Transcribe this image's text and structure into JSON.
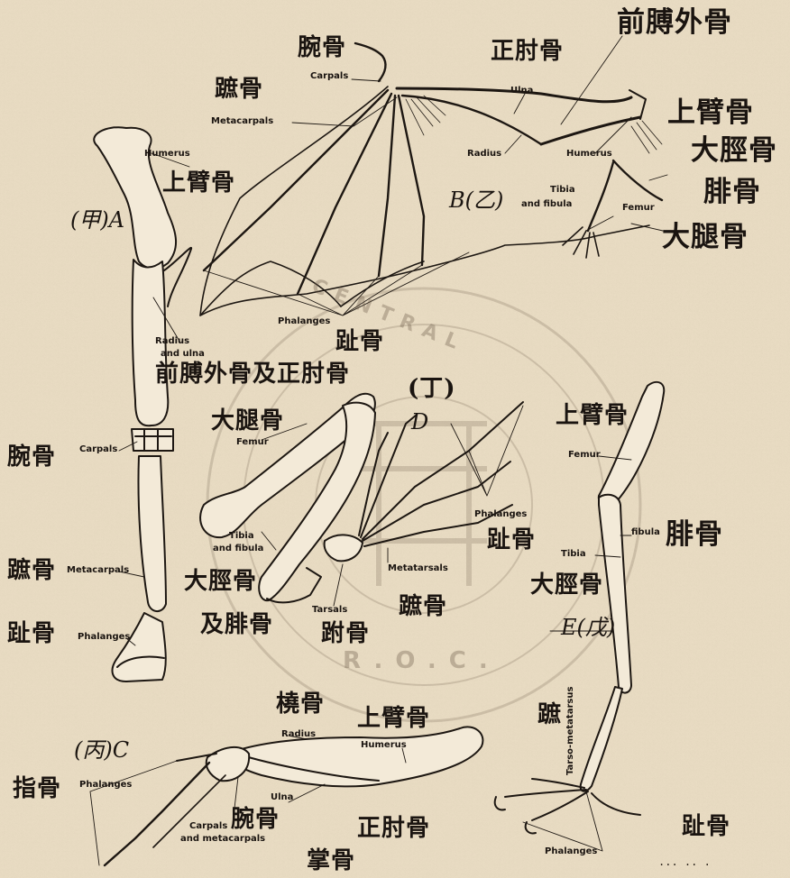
{
  "figures": {
    "A": {
      "tag": "(甲)A",
      "labels": {
        "humerus_en": "Humerus",
        "humerus_cn": "上臂骨",
        "radius_en": "Radius",
        "ulna_en": "and ulna",
        "radius_cn": "前膊外骨及正肘骨",
        "carpals_en": "Carpals",
        "carpals_cn": "腕骨",
        "metacarpals_en": "Metacarpals",
        "metacarpals_cn": "蹠骨",
        "phalanges_en": "Phalanges",
        "phalanges_cn": "趾骨"
      }
    },
    "B": {
      "tag": "B(乙)",
      "labels": {
        "carpals_cn": "腕骨",
        "carpals_en": "Carpals",
        "metacarpals_cn": "蹠骨",
        "metacarpals_en": "Metacarpals",
        "ulna_cn": "正肘骨",
        "ulna_en": "Ulna",
        "radius_cn": "前膊外骨",
        "radius_en": "Radius",
        "humerus_cn": "上臂骨",
        "humerus_en": "Humerus",
        "femur_cn": "大腿骨",
        "femur_en": "Femur",
        "tibia_en": "Tibia",
        "fibula_en": "and fibula",
        "tibia_cn": "大脛骨",
        "fibula_cn": "腓骨",
        "phalanges_en": "Phalanges",
        "phalanges_cn": "趾骨"
      }
    },
    "C": {
      "tag": "(丙)C",
      "labels": {
        "radius_cn": "橈骨",
        "radius_en": "Radius",
        "humerus_cn": "上臂骨",
        "humerus_en": "Humerus",
        "phalanges_cn": "指骨",
        "phalanges_en": "Phalanges",
        "ulna_en": "Ulna",
        "ulna_cn": "正肘骨",
        "carpals_en": "Carpals",
        "metacarpals_en": "and metacarpals",
        "carpals_cn": "腕骨",
        "metacarpals_cn": "掌骨"
      }
    },
    "D": {
      "tag": "(丁)",
      "letter": "D",
      "labels": {
        "femur_cn": "大腿骨",
        "femur_en": "Femur",
        "tibia_en": "Tibia",
        "fibula_en": "and fibula",
        "tibia_cn": "大脛骨",
        "fibula_cn": "及腓骨",
        "tarsals_en": "Tarsals",
        "tarsals_cn": "跗骨",
        "metatarsals_en": "Metatarsals",
        "metatarsals_cn": "蹠骨",
        "phalanges_en": "Phalanges",
        "phalanges_cn": "趾骨"
      }
    },
    "E": {
      "tag": "E(戊)",
      "labels": {
        "femur_cn": "上臂骨",
        "femur_en": "Femur",
        "fibula_en": "fibula",
        "fibula_cn": "腓骨",
        "tibia_en": "Tibia",
        "tibia_cn": "大脛骨",
        "tarso_en": "Tarso-metatarsus",
        "tarso_cn": "蹠",
        "phalanges_en": "Phalanges",
        "phalanges_cn": "趾骨"
      }
    }
  },
  "stamp": {
    "top": "CENTRAL",
    "bottom": "R.O.C."
  },
  "footer": "... .. ."
}
